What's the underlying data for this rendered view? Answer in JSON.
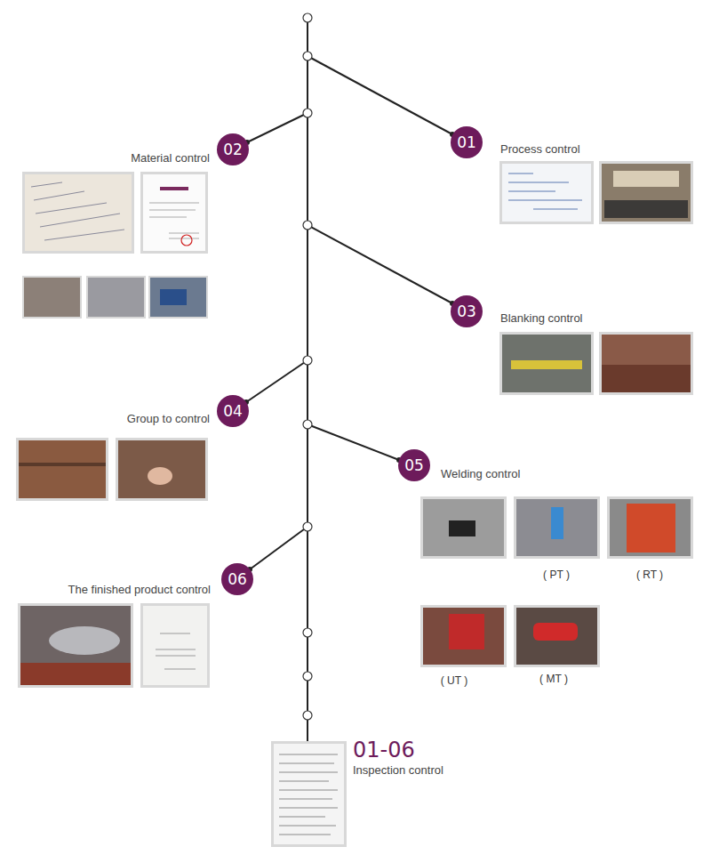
{
  "diagram": {
    "nodes": [
      {
        "text": [
          "01",
          "Process control"
        ]
      },
      {
        "text": [
          "02",
          "Material control"
        ]
      },
      {
        "text": [
          "03",
          "Blanking control"
        ]
      },
      {
        "text": [
          "04",
          "Group to control"
        ]
      },
      {
        "text": [
          "05",
          "Welding control"
        ]
      },
      {
        "text": [
          "06",
          "The finished product control"
        ]
      }
    ],
    "labels": [
      "( PT )",
      "( RT )",
      "( UT )",
      "( MT )",
      "01-06",
      "Inspection control"
    ]
  }
}
